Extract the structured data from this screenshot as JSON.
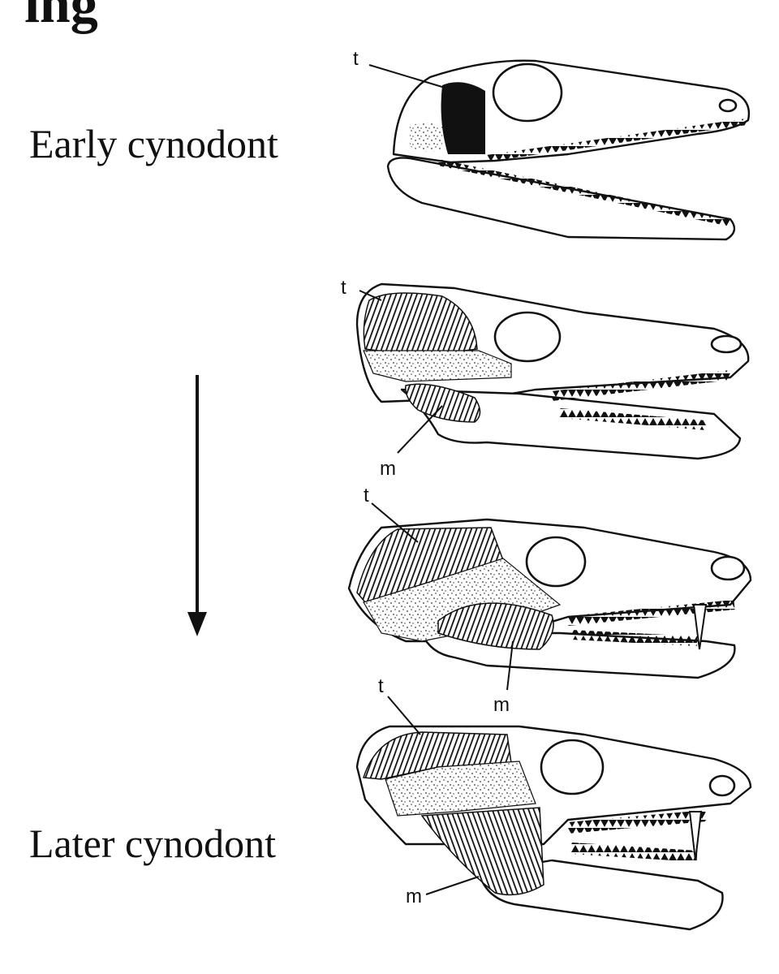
{
  "heading_fragment": "ing",
  "stages": {
    "early": "Early cynodont",
    "later": "Later cynodont"
  },
  "muscle_labels": {
    "temporalis": "t",
    "masseter": "m"
  },
  "icons": {
    "arrow": "down-arrow-icon"
  },
  "colors": {
    "ink": "#111111",
    "background": "#ffffff"
  }
}
